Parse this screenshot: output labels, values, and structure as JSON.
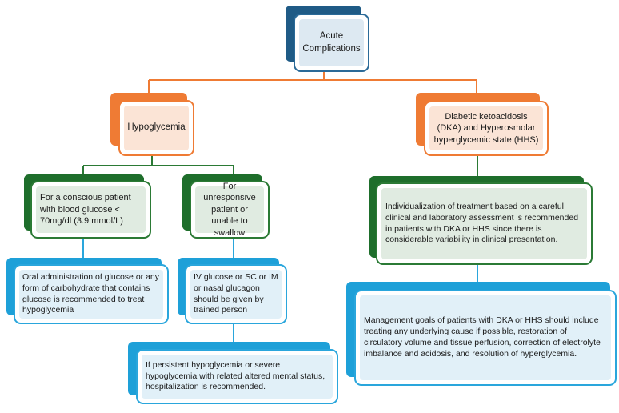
{
  "colors": {
    "navy": "#1f5b86",
    "orange": "#ef7b34",
    "green": "#1e6e2b",
    "blue": "#1ea0d8"
  },
  "root": {
    "label": "Acute\nComplications"
  },
  "branches": {
    "hypoglycemia": {
      "label": "Hypoglycemia",
      "conscious": {
        "label": "For a conscious patient with blood glucose < 70mg/dl (3.9 mmol/L)",
        "action": "Oral administration of glucose or any form of carbohydrate that contains glucose is recommended to treat hypoglycemia"
      },
      "unresponsive": {
        "label": "For unresponsive patient or unable to swallow",
        "action": "IV glucose or SC or IM or nasal glucagon should be given by trained person",
        "followup": "If persistent hypoglycemia or severe hypoglycemia with related altered mental status, hospitalization is recommended."
      }
    },
    "dka_hhs": {
      "label": "Diabetic ketoacidosis (DKA) and Hyperosmolar hyperglycemic state (HHS)",
      "individualization": "Individualization of treatment based on a careful clinical and laboratory assessment is recommended in patients with DKA or HHS since there is considerable variability in clinical presentation.",
      "management": "Management goals of patients with DKA or HHS should include treating any underlying cause if possible, restoration of circulatory volume and tissue perfusion, correction of electrolyte imbalance and acidosis, and resolution of hyperglycemia."
    }
  }
}
